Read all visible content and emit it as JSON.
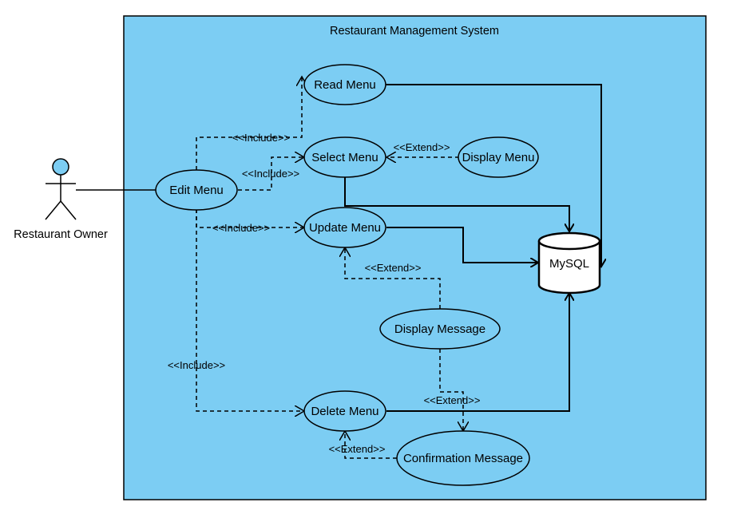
{
  "system": {
    "title": "Restaurant Management System",
    "background_color": "#7ccdf3"
  },
  "actor": {
    "label": "Restaurant Owner",
    "head_color": "#7ccdf3"
  },
  "use_cases": {
    "read_menu": "Read Menu",
    "select_menu": "Select Menu",
    "display_menu": "Display Menu",
    "edit_menu": "Edit Menu",
    "update_menu": "Update Menu",
    "display_message": "Display Message",
    "delete_menu": "Delete Menu",
    "confirmation_message": "Confirmation Message"
  },
  "database": {
    "label": "MySQL"
  },
  "relations": {
    "include_read": "<<Include>>",
    "include_select": "<<Include>>",
    "include_update": "<<Include>>",
    "include_delete": "<<Include>>",
    "extend_display_menu": "<<Extend>>",
    "extend_display_message": "<<Extend>>",
    "extend_confirmation_to_delete": "<<Extend>>",
    "extend_display_message_to_confirmation": "<<Extend>>"
  }
}
